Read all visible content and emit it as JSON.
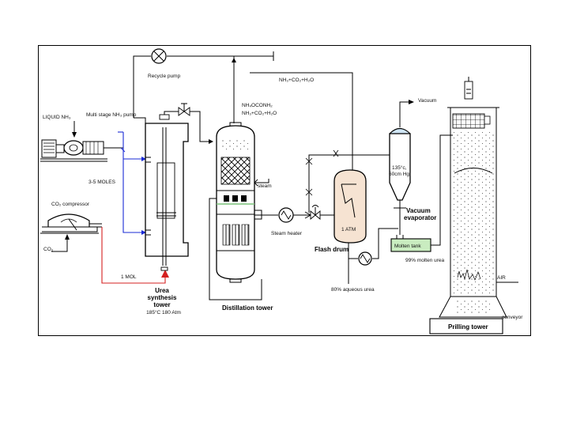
{
  "diagram": {
    "labels": {
      "recycle_pump": "Recycle pump",
      "top_stream": "NH₃+CO₂+H₂O",
      "liquid_nh3": "LIQUID NH₃",
      "multistage_pump": "Multi stage NH₃ pump",
      "distillation_vapor_line1": "NH₄OCONH₂",
      "distillation_vapor_line2": "NH₃+CO₂+H₂O",
      "vacuum": "Vacuum",
      "evap_temp": "135°c,",
      "evap_pressure": "60cm Hg",
      "moles_nh3": "3-5 MOLES",
      "steam": "steam",
      "co2_compressor": "CO₂ compressor",
      "steam_heater": "Steam heater",
      "vacuum_evaporator_1": "Vacuum",
      "vacuum_evaporator_2": "evaporator",
      "flash_pressure": "1 ATM",
      "co2_feed": "CO₂",
      "molten_tank": "Molten tank",
      "flash_drum": "Flash drum",
      "molten_urea": "99% molten urea",
      "mole_co2": "1 MOL",
      "air": "AIR",
      "urea_tower_1": "Urea",
      "urea_tower_2": "synthesis",
      "urea_tower_3": "tower",
      "urea_tower_4": "185°C 180 Atm",
      "aqueous_urea": "80% aqueous urea",
      "distillation_tower": "Distillation tower",
      "conveyor": "conveyor",
      "prilling_tower": "Prilling tower"
    },
    "colors": {
      "line": "#000000",
      "ammonia_feed": "#1a2bd6",
      "co2_feed": "#d42020",
      "molten_tank_fill": "#c9ecc0",
      "flash_drum_fill": "#f6e3d2"
    }
  }
}
